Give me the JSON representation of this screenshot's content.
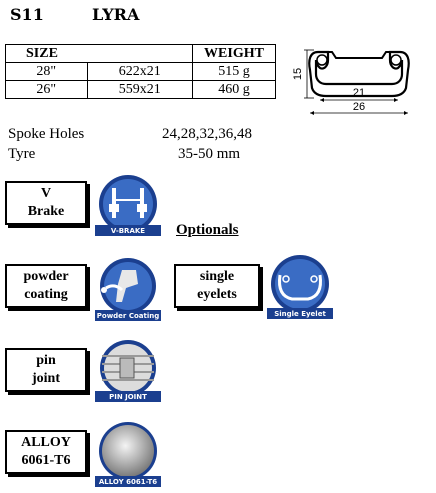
{
  "header": {
    "code": "S11",
    "name": "LYRA"
  },
  "table": {
    "col_size": "SIZE",
    "col_weight": "WEIGHT",
    "rows": [
      {
        "size": "28\"",
        "dims": "622x21",
        "weight": "515 g"
      },
      {
        "size": "26\"",
        "dims": "559x21",
        "weight": "460 g"
      }
    ]
  },
  "profile": {
    "height": "15",
    "inner_width": "21",
    "outer_width": "26"
  },
  "specs": {
    "spoke_label": "Spoke Holes",
    "spoke_value": "24,28,32,36,48",
    "tyre_label": "Tyre",
    "tyre_value": "35-50 mm"
  },
  "features": {
    "vbrake": {
      "line1": "V",
      "line2": "Brake",
      "badge": "V-BRAKE"
    },
    "optionals": "Optionals",
    "powder": {
      "line1": "powder",
      "line2": "coating",
      "badge": "Powder Coating"
    },
    "eyelets": {
      "line1": "single",
      "line2": "eyelets",
      "badge": "Single Eyelet"
    },
    "pin": {
      "line1": "pin",
      "line2": "joint",
      "badge": "PIN JOINT"
    },
    "alloy": {
      "line1": "ALLOY",
      "line2": "6061-T6",
      "badge": "ALLOY 6061-T6"
    }
  },
  "colors": {
    "badge_blue": "#1b3f8f",
    "badge_blue_light": "#3a6cc4"
  }
}
